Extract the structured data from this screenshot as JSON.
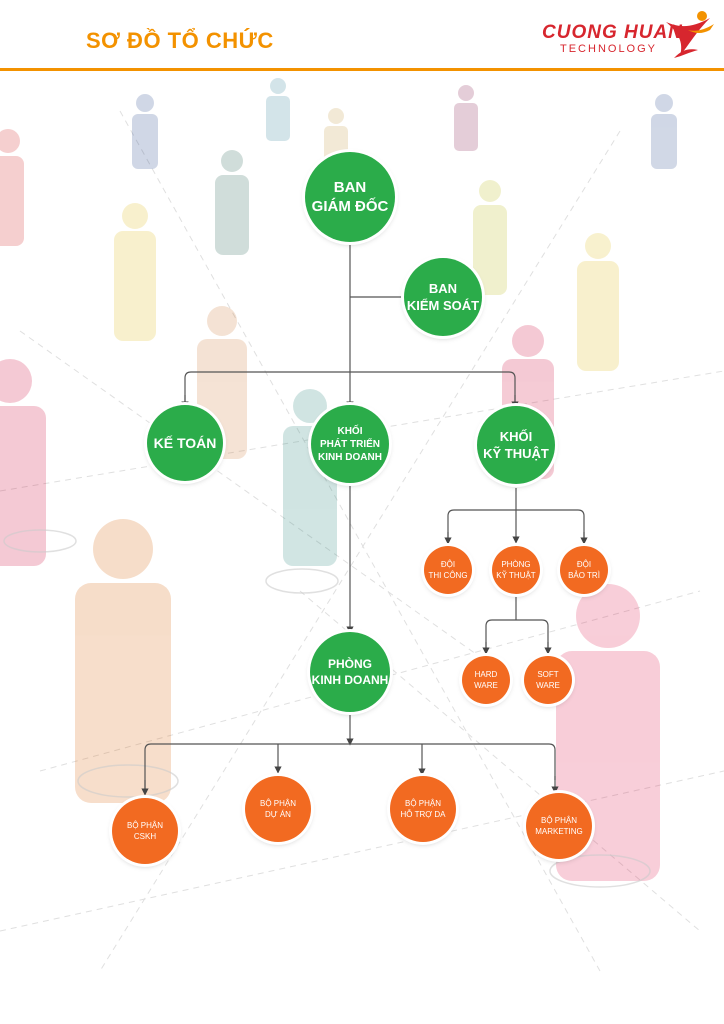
{
  "header": {
    "title": "SƠ ĐỒ TỔ CHỨC",
    "logo_name": "CUONG HUAN",
    "logo_sub": "TECHNOLOGY"
  },
  "colors": {
    "accent": "#f39200",
    "green_node": "#2bac4a",
    "orange_node": "#f26a21",
    "brand_red": "#d7262e"
  },
  "org": {
    "ban_giam_doc": "BAN\nGIÁM ĐỐC",
    "ban_kiem_soat": "BAN\nKIỂM SOÁT",
    "ke_toan": "KẾ TOÁN",
    "khoi_phat_trien": "KHỐI\nPHÁT TRIỂN\nKINH DOANH",
    "khoi_ky_thuat": "KHỐI\nKỸ THUẬT",
    "doi_thi_cong": "ĐỘI\nTHI CÔNG",
    "phong_ky_thuat": "PHÒNG\nKỸ THUẬT",
    "doi_bao_tri": "ĐỘI\nBẢO TRÌ",
    "hardware": "HARD\nWARE",
    "software": "SOFT\nWARE",
    "phong_kinh_doanh": "PHÒNG\nKINH DOANH",
    "bo_phan_cskh": "BỘ PHẬN\nCSKH",
    "bo_phan_du_an": "BỘ PHẬN\nDỰ ÁN",
    "bo_phan_ho_tro": "BỘ PHẬN\nHỖ TRỢ DA",
    "bo_phan_marketing": "BỘ PHẬN\nMARKETING"
  }
}
